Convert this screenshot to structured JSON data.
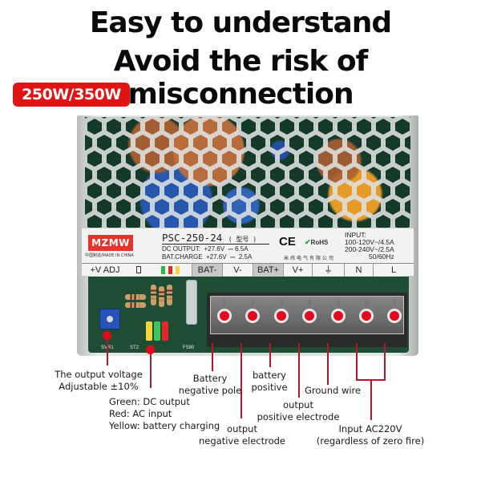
{
  "headline": {
    "line1": "Easy to understand",
    "line2": "Avoid the risk of misconnection"
  },
  "badge": {
    "label": "250W/350W",
    "color": "#e11414"
  },
  "product": {
    "brand": "MZMW",
    "made_in": "中国制造/MADE IN CHINA",
    "model": "PSC-250-24",
    "model_suffix": "( 型号 )",
    "dc_output": "DC OUTPUT:  +27.6V  ⎓ 6.5A",
    "bat_charge": "BAT.CHARGE  +27.6V  ⎓  2.5A",
    "ce_mark": "CE",
    "rohs_mark": "RoHS",
    "company": "米纬电气有限公司",
    "input": {
      "title": "INPUT:",
      "line1": "100-120V~/4.5A",
      "line2": "200-240V~/2.5A",
      "freq": "50/60Hz"
    },
    "terminal_bar": {
      "adj": "+V ADJ",
      "cells": [
        "BAT-",
        "V-",
        "BAT+",
        "V+",
        "⏚",
        "N",
        "L"
      ]
    },
    "led_colors": {
      "green": "#2fb84a",
      "red": "#e4282a",
      "yellow": "#f5d43a"
    },
    "pcb_labels": {
      "pot": "SVR1",
      "st": "ST2",
      "fuse": "FS80"
    },
    "terminal_numbers": [
      "1",
      "2",
      "3",
      "4",
      "5",
      "6",
      "7"
    ]
  },
  "callouts": {
    "voltage_adj": {
      "line1": "The output voltage",
      "line2": "Adjustable ±10%"
    },
    "leds": {
      "line1": "Green: DC output",
      "line2": "Red: AC input",
      "line3": "Yellow: battery charging"
    },
    "bat_neg": {
      "line1": "Battery",
      "line2": "negative pole"
    },
    "out_neg": {
      "line1": "output",
      "line2": "negative electrode"
    },
    "bat_pos": {
      "line1": "battery",
      "line2": "positive"
    },
    "out_pos": {
      "line1": "output",
      "line2": "positive electrode"
    },
    "ground": {
      "line1": "Ground wire"
    },
    "ac_input": {
      "line1": "Input AC220V",
      "line2": "(regardless of zero fire)"
    },
    "line_color": "#b3182a"
  }
}
